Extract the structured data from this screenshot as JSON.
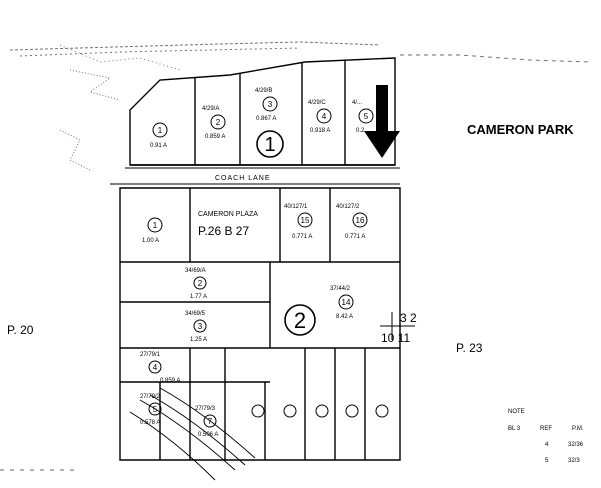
{
  "map": {
    "title": "CAMERON PARK",
    "street": "COACH LANE",
    "plaza_label": "CAMERON PLAZA",
    "plat_ref": "P.26 B 27",
    "block_1": "1",
    "block_2": "2",
    "page_left": "P. 20",
    "page_right": "P. 23",
    "sheet_top": "3 2",
    "sheet_bottom": "10 11",
    "north_arrow": "arrow-down-icon",
    "top_parcels": [
      {
        "num": "1",
        "area": "0.91 A"
      },
      {
        "num": "2",
        "code": "4/29/A",
        "area": "0.859 A"
      },
      {
        "num": "3",
        "code": "4/29/B",
        "area": "0.867 A"
      },
      {
        "num": "4",
        "code": "4/29/C",
        "area": "0.918 A"
      },
      {
        "num": "5",
        "code": "4/...",
        "area": "0.2..."
      }
    ],
    "bottom_parcels": [
      {
        "num": "1",
        "area": "1.00 A"
      },
      {
        "num": "2",
        "code": "34/69/A",
        "area": "1.77 A"
      },
      {
        "num": "3",
        "code": "34/69/5",
        "area": "1.25 A"
      },
      {
        "num": "4",
        "code": "27/79/1",
        "area": "0.859 A"
      },
      {
        "num": "5",
        "code": "27/79/2",
        "area": "0.578 A"
      },
      {
        "num": "7",
        "code": "27/79/3",
        "area": "0.506 A"
      },
      {
        "num": "14",
        "code": "37/44/2",
        "area": "8.42 A"
      },
      {
        "num": "15",
        "code": "40/127/1",
        "area": "0.771 A"
      },
      {
        "num": "16",
        "code": "40/127/2",
        "area": "0.771 A"
      }
    ],
    "note": {
      "title": "NOTE",
      "rows": [
        {
          "a": "BL 3",
          "b": "REF",
          "c": "P.M."
        },
        {
          "a": "4",
          "b": "",
          "c": "32/36"
        },
        {
          "a": "5",
          "b": "",
          "c": "32/3"
        }
      ]
    },
    "colors": {
      "ink": "#000000",
      "paper": "#ffffff"
    }
  }
}
